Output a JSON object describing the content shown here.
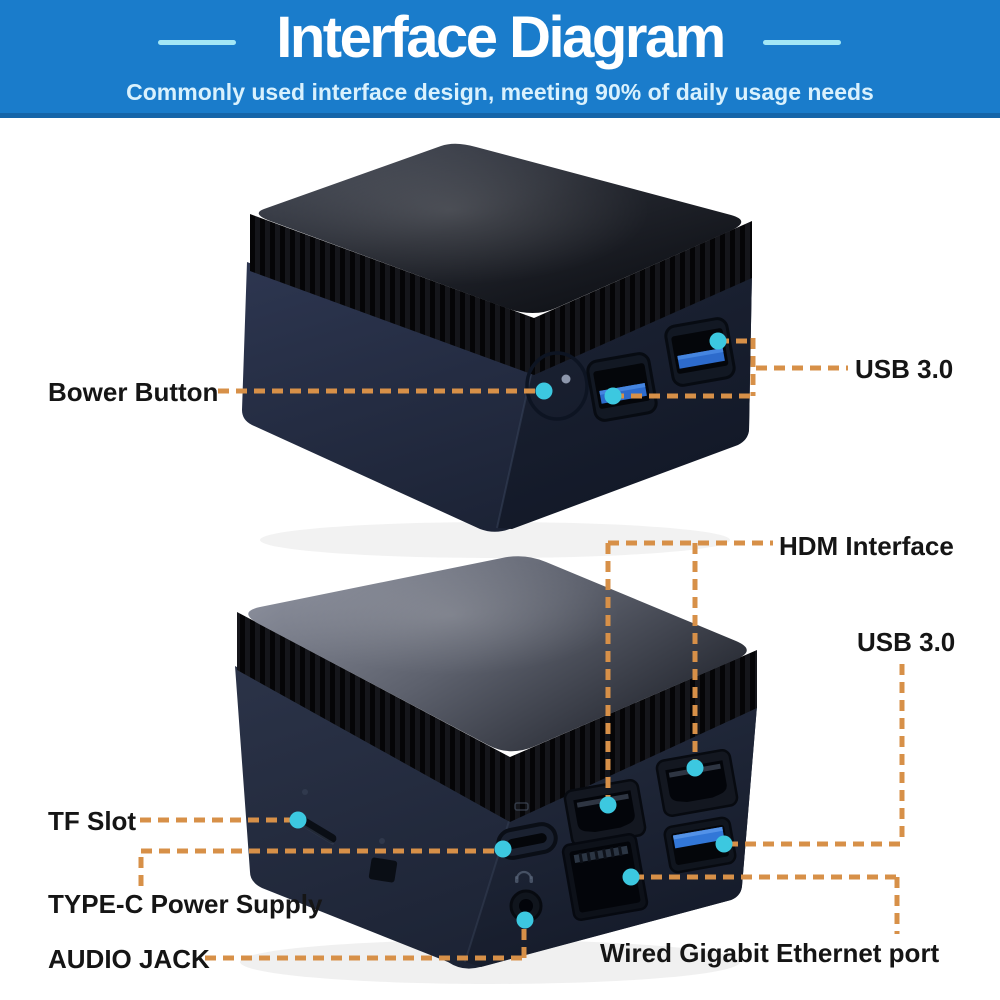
{
  "header": {
    "title": "Interface Diagram",
    "subtitle": "Commonly used interface design, meeting 90% of daily usage needs",
    "bg_color": "#1a7ccb",
    "accent_dash_color": "#a3e7f6"
  },
  "labels": {
    "power_button": "Bower Button",
    "usb_top": "USB 3.0",
    "hdmi": "HDM Interface",
    "usb_rear": "USB 3.0",
    "tf_slot": "TF Slot",
    "type_c": "TYPE-C Power Supply",
    "audio_jack": "AUDIO JACK",
    "ethernet": "Wired Gigabit Ethernet port"
  },
  "colors": {
    "leader_line": "#d79048",
    "callout_dot": "#3cc8e0",
    "device_body": "#232c3f",
    "usb_tongue_blue": "#2d6bcc"
  }
}
